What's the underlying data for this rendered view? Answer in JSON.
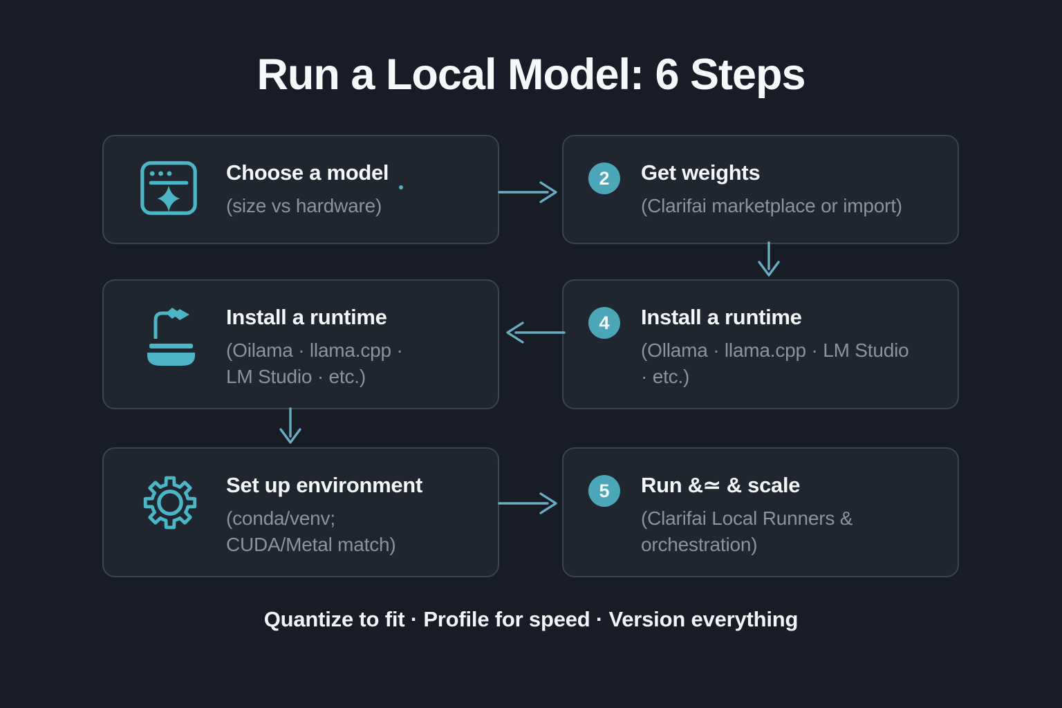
{
  "title": "Run a Local Model: 6 Steps",
  "footer": "Quantize to fit  ·  Profile for speed · Version everything",
  "colors": {
    "background": "#181c26",
    "card_background": "#202630",
    "card_border": "#3c4450",
    "accent_teal": "#4cb5c6",
    "badge_teal": "#4ba7b7",
    "heading_text": "#f4f6f8",
    "subtitle_text": "#8b93a2",
    "arrow": "#68aec3"
  },
  "icons": {
    "choose_model": "app-window-sparkle-icon",
    "install_runtime": "faucet-basin-icon",
    "setup_environment": "gear-icon"
  },
  "cards": [
    {
      "title": "Choose a model",
      "badge": null,
      "icon": "app-window-sparkle-icon",
      "subtitle_lines": [
        "(size vs hardware)"
      ]
    },
    {
      "title": "Get weights",
      "badge": "2",
      "icon": null,
      "subtitle_lines": [
        "(Clarifai marketplace or import)"
      ]
    },
    {
      "title": "Install a runtime",
      "badge": null,
      "icon": "faucet-basin-icon",
      "subtitle_lines": [
        "(Oilama · llama.cpp ·",
        "LM Studio · etc.)"
      ]
    },
    {
      "title": "Install a runtime",
      "badge": "4",
      "icon": null,
      "subtitle_lines": [
        "(Ollama · llama.cpp · LM Studio",
        "· etc.)"
      ]
    },
    {
      "title": "Set up environment",
      "badge": null,
      "icon": "gear-icon",
      "subtitle_lines": [
        "(conda/venv;",
        "CUDA/Metal match)"
      ]
    },
    {
      "title": "Run &≃ & scale",
      "badge": "5",
      "icon": null,
      "subtitle_lines": [
        "(Clarifai Local Runners &",
        "orchestration)"
      ]
    }
  ]
}
